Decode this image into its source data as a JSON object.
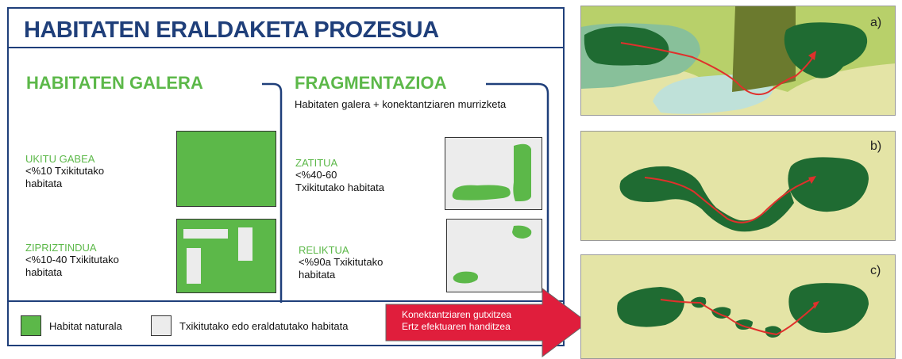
{
  "title": "HABITATEN ERALDAKETA PROZESUA",
  "habitat_loss": {
    "title": "HABITATEN GALERA",
    "untouched": {
      "label": "UKITU GABEA",
      "desc_line1": "<%10 Txikitutako",
      "desc_line2": "habitata"
    },
    "spotted": {
      "label": "ZIPRIZTINDUA",
      "desc_line1": "<%10-40 Txikitutako",
      "desc_line2": "habitata"
    }
  },
  "fragmentation": {
    "title": "FRAGMENTAZIOA",
    "subtitle": "Habitaten galera + konektantziaren murrizketa",
    "fragmented": {
      "label": "ZATITUA",
      "desc_line1": "<%40-60",
      "desc_line2": "Txikitutako habitata"
    },
    "relict": {
      "label": "RELIKTUA",
      "desc_line1": "<%90a Txikitutako",
      "desc_line2": "habitata"
    }
  },
  "legend": {
    "natural": "Habitat naturala",
    "reduced": "Txikitutako edo eraldatutako habitata"
  },
  "arrow": {
    "line1": "Konektantziaren gutxitzea",
    "line2": "Ertz efektuaren handitzea"
  },
  "panels": {
    "a": "a)",
    "b": "b)",
    "c": "c)"
  },
  "colors": {
    "navy": "#1f3f7a",
    "green": "#5cb849",
    "light_gray": "#ececec",
    "dark_green": "#1f6b32",
    "red": "#e01e3c",
    "panel_bg": "#e4e4a6"
  }
}
